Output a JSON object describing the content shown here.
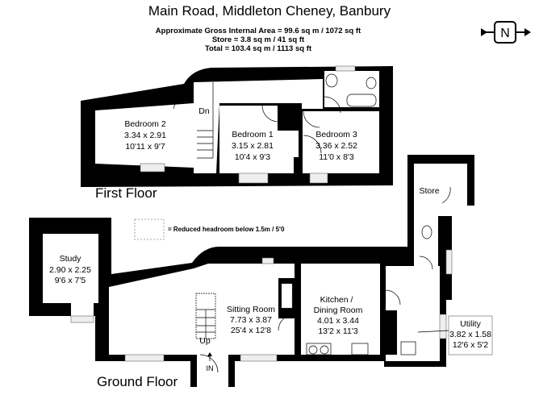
{
  "title": "Main Road, Middleton Cheney, Banbury",
  "areas": {
    "gross": "Approximate Gross Internal Area = 99.6 sq m / 1072 sq ft",
    "store": "Store = 3.8 sq m / 41 sq ft",
    "total": "Total = 103.4 sq m / 1113 sq ft"
  },
  "compass": {
    "label": "N",
    "icon": "north-arrow-icon"
  },
  "legend": {
    "text": "= Reduced headroom below 1.5m / 5'0"
  },
  "first_floor": {
    "label": "First Floor",
    "stairs_label": "Dn",
    "rooms": [
      {
        "name": "Bedroom 2",
        "metric": "3.34 x 2.91",
        "imperial": "10'11 x 9'7"
      },
      {
        "name": "Bedroom 1",
        "metric": "3.15 x 2.81",
        "imperial": "10'4 x 9'3"
      },
      {
        "name": "Bedroom 3",
        "metric": "3.36 x 2.52",
        "imperial": "11'0 x 8'3"
      }
    ]
  },
  "ground_floor": {
    "label": "Ground Floor",
    "stairs_label": "Up",
    "entrance_label": "IN",
    "rooms": [
      {
        "name": "Study",
        "metric": "2.90 x 2.25",
        "imperial": "9'6 x 7'5"
      },
      {
        "name": "Sitting Room",
        "metric": "7.73 x 3.87",
        "imperial": "25'4 x 12'8"
      },
      {
        "name": "Kitchen /",
        "name2": "Dining Room",
        "metric": "4.01 x 3.44",
        "imperial": "13'2 x 11'3"
      },
      {
        "name": "Utility",
        "metric": "3.82 x 1.58",
        "imperial": "12'6 x 5'2"
      },
      {
        "name": "Store"
      }
    ]
  }
}
